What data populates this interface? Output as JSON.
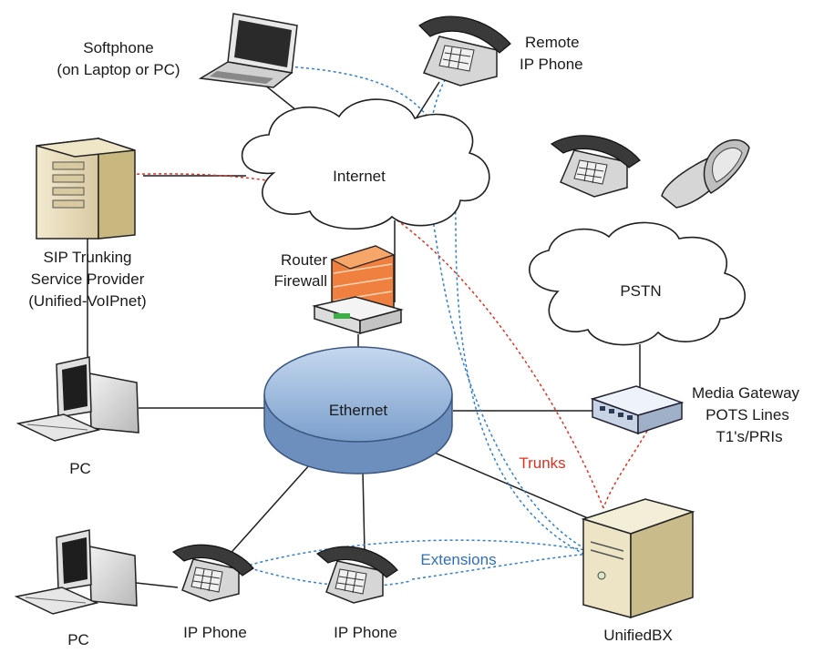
{
  "labels": {
    "softphone_line1": "Softphone",
    "softphone_line2": "(on Laptop or PC)",
    "remote_line1": "Remote",
    "remote_line2": "IP Phone",
    "internet": "Internet",
    "sip_line1": "SIP Trunking",
    "sip_line2": "Service Provider",
    "sip_line3": "(Unified-VoIPnet)",
    "router_line1": "Router",
    "router_line2": "Firewall",
    "pstn": "PSTN",
    "ethernet": "Ethernet",
    "media_line1": "Media Gateway",
    "media_line2": "POTS Lines",
    "media_line3": "T1's/PRIs",
    "pc_upper": "PC",
    "pc_lower": "PC",
    "trunks": "Trunks",
    "extensions": "Extensions",
    "ipphone_left": "IP Phone",
    "ipphone_right": "IP Phone",
    "unifiedbx": "UnifiedBX"
  },
  "colors": {
    "trunk_link": "#e03020",
    "extension_link": "#2f7fd0",
    "ethernet_fill": "#8fb0d8",
    "firewall": "#f07030"
  },
  "icons": [
    "laptop-icon",
    "desk-phone-icon",
    "cloud-icon",
    "server-tower-icon",
    "firewall-icon",
    "router-icon",
    "mobile-phone-icon",
    "desktop-pc-icon",
    "ethernet-hub-icon",
    "media-gateway-icon",
    "pbx-server-icon"
  ]
}
